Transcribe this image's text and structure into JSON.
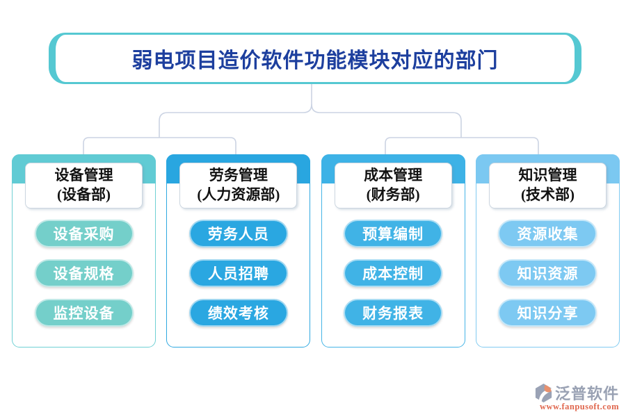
{
  "title": "弱电项目造价软件功能模块对应的部门",
  "columns": [
    {
      "name": "设备管理",
      "dept": "(设备部)",
      "items": [
        "设备采购",
        "设备规格",
        "监控设备"
      ],
      "colors": {
        "band": "#60cbd4",
        "pill": "#74cfca",
        "border": "#6fd0d4"
      }
    },
    {
      "name": "劳务管理",
      "dept": "(人力资源部)",
      "items": [
        "劳务人员",
        "人员招聘",
        "绩效考核"
      ],
      "colors": {
        "band": "#29a6e0",
        "pill": "#2aa7e1",
        "border": "#2ea8e0"
      }
    },
    {
      "name": "成本管理",
      "dept": "(财务部)",
      "items": [
        "预算编制",
        "成本控制",
        "财务报表"
      ],
      "colors": {
        "band": "#3db2e6",
        "pill": "#40b3e6",
        "border": "#44b4e6"
      }
    },
    {
      "name": "知识管理",
      "dept": "(技术部)",
      "items": [
        "资源收集",
        "知识资源",
        "知识分享"
      ],
      "colors": {
        "band": "#7bc8f1",
        "pill": "#7dc9f2",
        "border": "#81cbf1"
      }
    }
  ],
  "watermark": {
    "brand": "泛普软件",
    "url": "www.fanpusoft.com"
  },
  "theme": {
    "title-border": "#55c8d2",
    "title-text": "#1d3f9e",
    "connector": "#cbd3e3",
    "wm-brand": "#99a1b3",
    "wm-url": "#e0664d",
    "logo-gray": "#9aa2b5",
    "logo-orange": "#e8906d"
  }
}
